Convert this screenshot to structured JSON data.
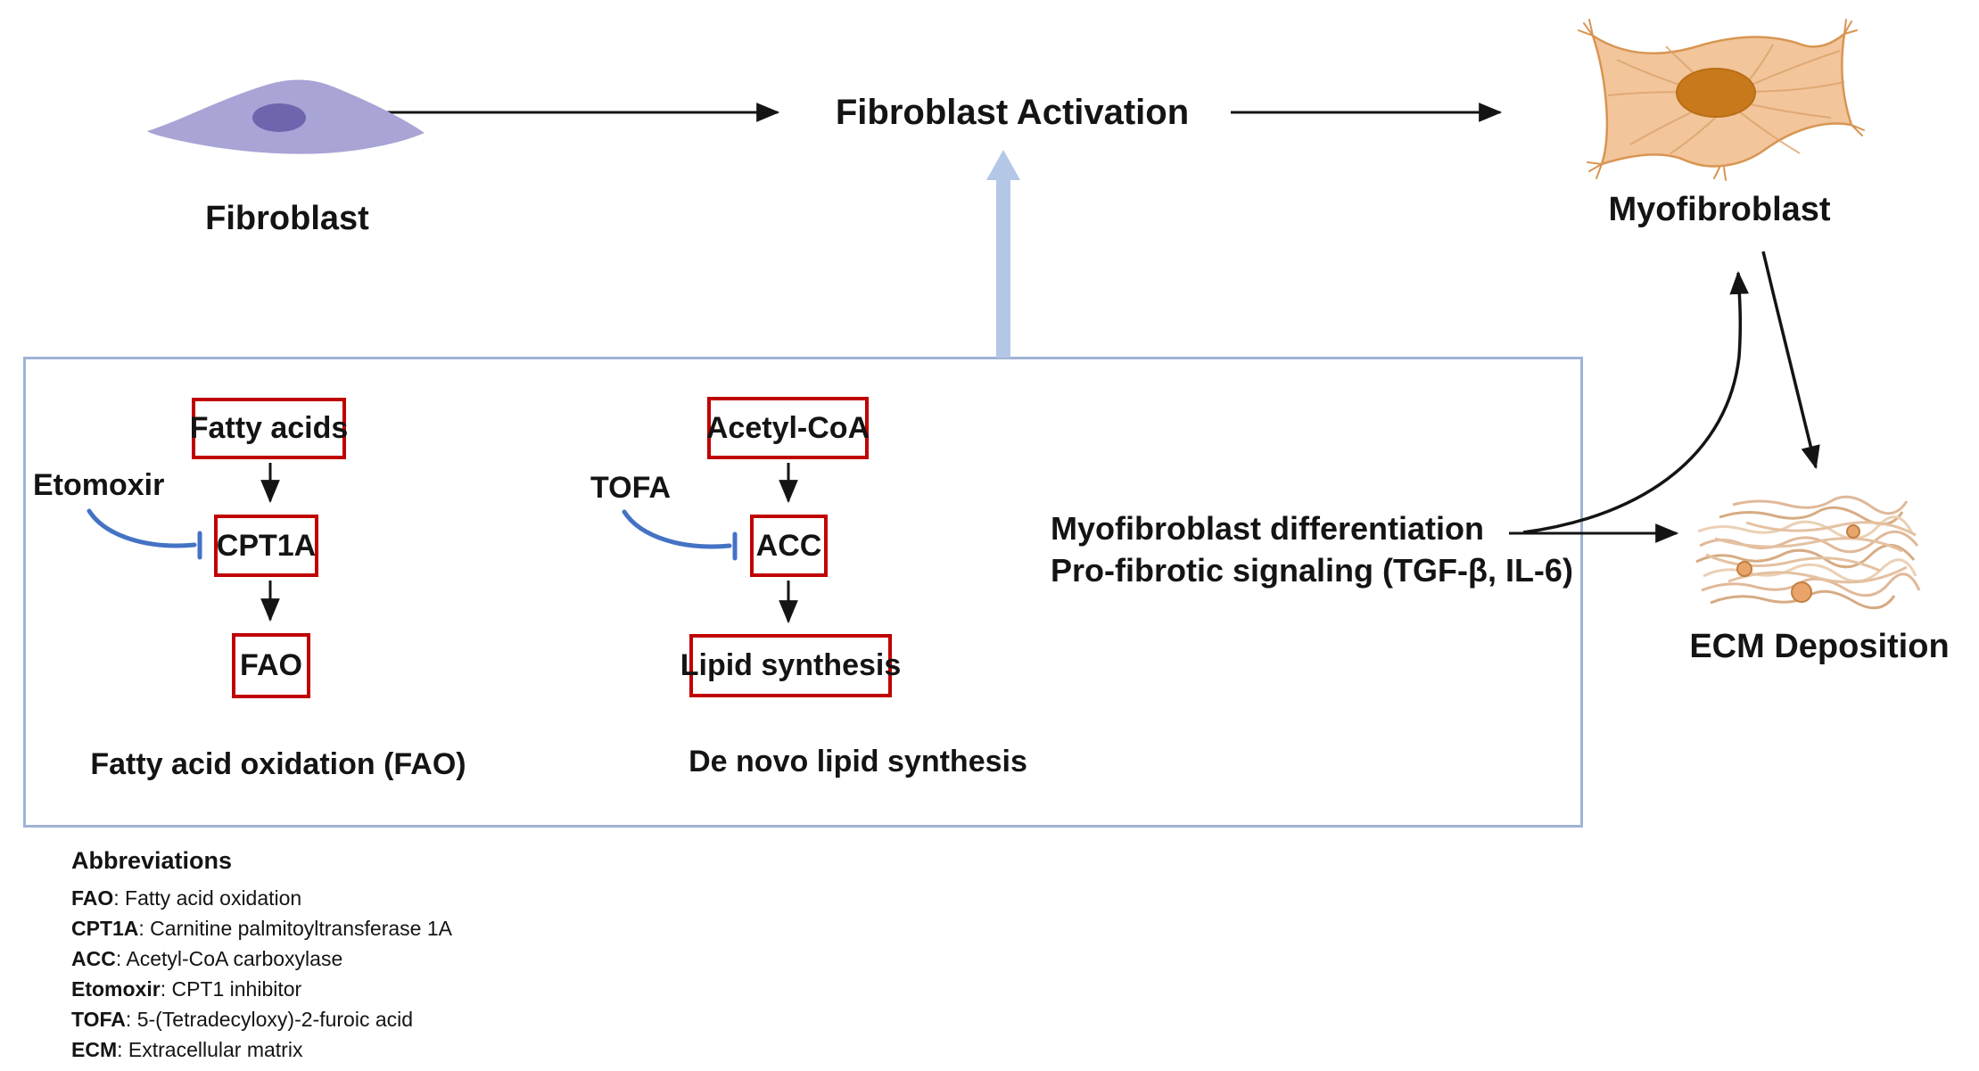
{
  "colors": {
    "red-border": "#C00000",
    "inhibitor-blue": "#4472C4",
    "panel-blue": "#9FB3D6",
    "thick-arrow-blue": "#B4C7E7",
    "fibroblast-body": "#A8A4D5",
    "fibroblast-nucleus": "#6D66AE",
    "myofibroblast-body": "#F2C59B",
    "myofibroblast-outline": "#D89552",
    "myofibroblast-nucleus": "#C8791B",
    "ecm-fiber": "#DDB290",
    "ink": "#141414"
  },
  "header": {
    "fibroblast_label": "Fibroblast",
    "activation_label": "Fibroblast Activation",
    "myofibroblast_label": "Myofibroblast"
  },
  "pathway_panel": {
    "fao_branch": {
      "substrate": "Fatty acids",
      "enzyme": "CPT1A",
      "product": "FAO",
      "inhibitor": "Etomoxir",
      "caption": "Fatty acid oxidation (FAO)"
    },
    "lipid_branch": {
      "substrate": "Acetyl-CoA",
      "enzyme": "ACC",
      "product": "Lipid synthesis",
      "inhibitor": "TOFA",
      "caption": "De novo lipid synthesis"
    },
    "outcome_line1": "Myofibroblast differentiation",
    "outcome_line2": "Pro-fibrotic signaling (TGF-β, IL-6)"
  },
  "ecm": {
    "label": "ECM Deposition"
  },
  "abbreviations": {
    "title": "Abbreviations",
    "items": [
      {
        "term": "FAO",
        "definition": ": Fatty acid oxidation"
      },
      {
        "term": "CPT1A",
        "definition": ": Carnitine palmitoyltransferase 1A"
      },
      {
        "term": "ACC",
        "definition": ": Acetyl-CoA carboxylase"
      },
      {
        "term": "Etomoxir",
        "definition": ": CPT1 inhibitor"
      },
      {
        "term": "TOFA",
        "definition": ": 5-(Tetradecyloxy)-2-furoic acid"
      },
      {
        "term": "ECM",
        "definition": ": Extracellular matrix"
      }
    ]
  }
}
